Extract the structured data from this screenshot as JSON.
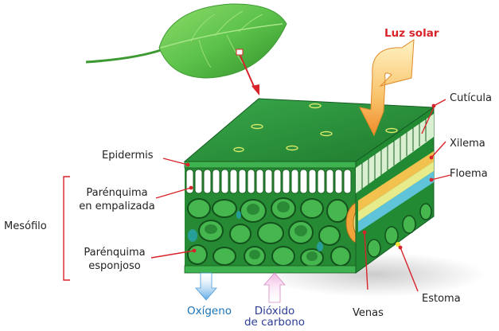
{
  "diagram": {
    "labels": {
      "sunlight": "Luz solar",
      "cuticle": "Cutícula",
      "epidermis": "Epidermis",
      "xylem": "Xilema",
      "phloem": "Floema",
      "palisade_line1": "Parénquima",
      "palisade_line2": "en empalizada",
      "mesophyll": "Mesófilo",
      "spongy_line1": "Parénquima",
      "spongy_line2": "esponjoso",
      "oxygen": "Oxígeno",
      "co2_line1": "Dióxido",
      "co2_line2": "de carbono",
      "veins": "Venas",
      "stoma": "Estoma"
    },
    "colors": {
      "leaf": "#5cc24a",
      "leaf_dark": "#2f8f2a",
      "tissue": "#2e9e3a",
      "tissue_dark": "#1f6f27",
      "label_red": "#d8232a",
      "oxygen_blue": "#1a73b8",
      "co2_purple": "#2c3e95",
      "sun_arrow": "#f5a542",
      "xylem": "#f2c14e",
      "phloem": "#5fc4d9"
    }
  }
}
